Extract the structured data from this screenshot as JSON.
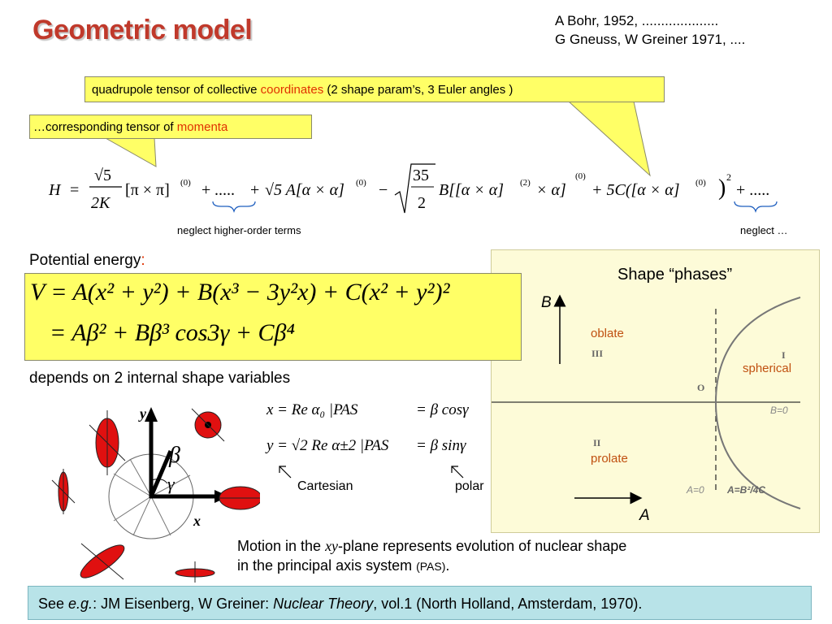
{
  "title": "Geometric model",
  "refs": [
    "A Bohr, 1952, ....................",
    "G Gneuss, W Greiner 1971, ...."
  ],
  "callout_collective": {
    "pre": "quadrupole tensor of collective ",
    "highlight": "coordinates",
    "post": " (2 shape param’s, 3 Euler angles )"
  },
  "callout_momenta": {
    "pre": "…corresponding tensor of ",
    "highlight": "momenta"
  },
  "hamiltonian": {
    "h": "H",
    "eq": "=",
    "sqrt5": "√5",
    "twoK": "2K",
    "pipi": "[π × π]",
    "sup0": "(0)",
    "plus": "+",
    "dots": ".....",
    "sqrt5A": "√5 A[α × α]",
    "minus": "−",
    "frac35": "35",
    "two": "2",
    "B_term": "B[[α × α]",
    "sup2": "(2)",
    "times_alpha": "× α]",
    "fiveC": "+ 5C([α × α]",
    "pow2": "2",
    "plus_dots": "+ ....."
  },
  "neglect_higher": "neglect higher-order terms",
  "neglect_short": "neglect …",
  "potential_label": "Potential energy",
  "potential_colon": ":",
  "V_line1": "V = A(x² + y²) + B(x³ − 3y²x) + C(x² + y²)²",
  "V_line2": "= Aβ² + Bβ³ cos3γ + Cβ⁴",
  "depends": "depends on 2 internal shape variables",
  "x_eq": "x = Re α₀ |PAS",
  "x_eq_rhs": "= β cosγ",
  "y_eq": "y = √2 Re α±2 |PAS",
  "y_eq_rhs": "= β sinγ",
  "cartesian": "Cartesian",
  "polar": "polar",
  "axis_y": "y",
  "axis_x": "x",
  "beta": "β",
  "gamma": "γ",
  "panel": {
    "title": "Shape “phases”",
    "B_axis": "B",
    "A_axis": "A",
    "oblate": "oblate",
    "spherical": "spherical",
    "prolate": "prolate",
    "III": "III",
    "I": "I",
    "II": "II",
    "O": "O",
    "B0": "B=0",
    "A0": "A=0",
    "AB": "A=B²/4C"
  },
  "motion_line1_pre": "Motion in the ",
  "motion_line1_xy": "xy",
  "motion_line1_post": "-plane represents evolution of nuclear shape",
  "motion_line2_pre": "in the principal axis system ",
  "motion_line2_small": "(PAS)",
  "motion_line2_post": ".",
  "footer": {
    "see": "See ",
    "eg": "e.g.",
    "mid": ": JM Eisenberg, W Greiner: ",
    "book": "Nuclear Theory",
    "post": ", vol.1 (North Holland, Amsterdam, 1970)."
  },
  "colors": {
    "title": "#c0392b",
    "highlight": "#e03000",
    "callout": "#ffff66",
    "footer_bg": "#b8e3e8",
    "panel_bg": "#fdfbd8",
    "nucleus": "#e01010"
  }
}
